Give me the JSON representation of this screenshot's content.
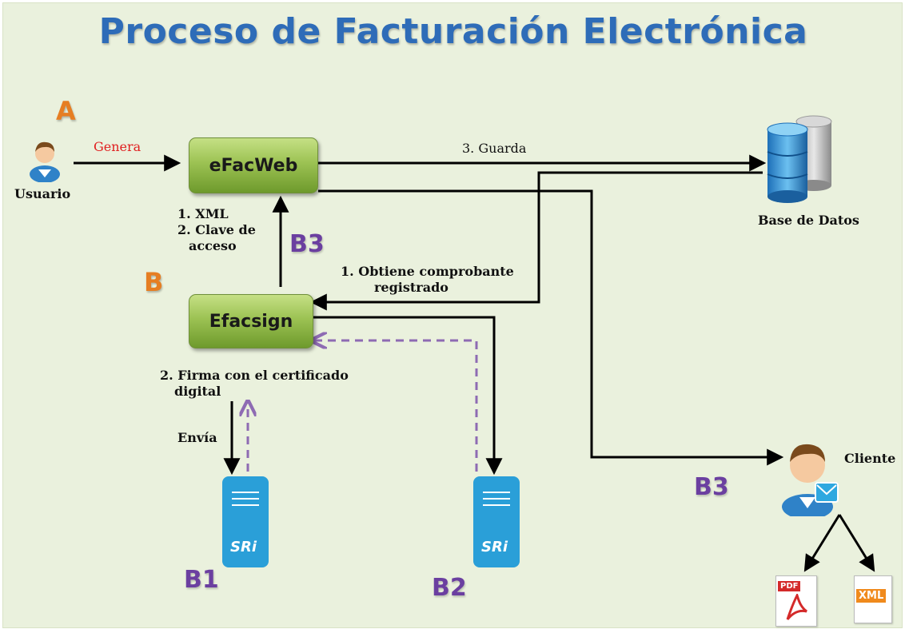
{
  "title": "Proceso de Facturación Electrónica",
  "sections": {
    "a": "A",
    "b": "B"
  },
  "actors": {
    "usuario": "Usuario",
    "cliente": "Cliente",
    "base_datos": "Base de Datos"
  },
  "systems": {
    "efacweb": "eFacWeb",
    "efacsign": "Efacsign",
    "sri_logo": "SRi"
  },
  "steps": {
    "genera": "Genera",
    "guarda": "3. Guarda",
    "xml": "1. XML",
    "clave": "2. Clave de",
    "acceso": "acceso",
    "obtiene1": "1.  Obtiene comprobante",
    "obtiene2": "registrado",
    "firma1": "2. Firma con el certificado",
    "firma2": "digital",
    "envia": "Envía"
  },
  "badges": {
    "b1": "B1",
    "b2": "B2",
    "b3_top": "B3",
    "b3_right": "B3"
  },
  "files": {
    "pdf": "PDF",
    "xml": "XML"
  },
  "colors": {
    "title": "#2e6cb8",
    "section_letter": "#e67e22",
    "badge": "#6b3fa0",
    "genera": "#e02020",
    "box_green": "#9cc253",
    "sri_blue": "#2a9fd8",
    "dashed_arrow": "#8e6bb3"
  }
}
